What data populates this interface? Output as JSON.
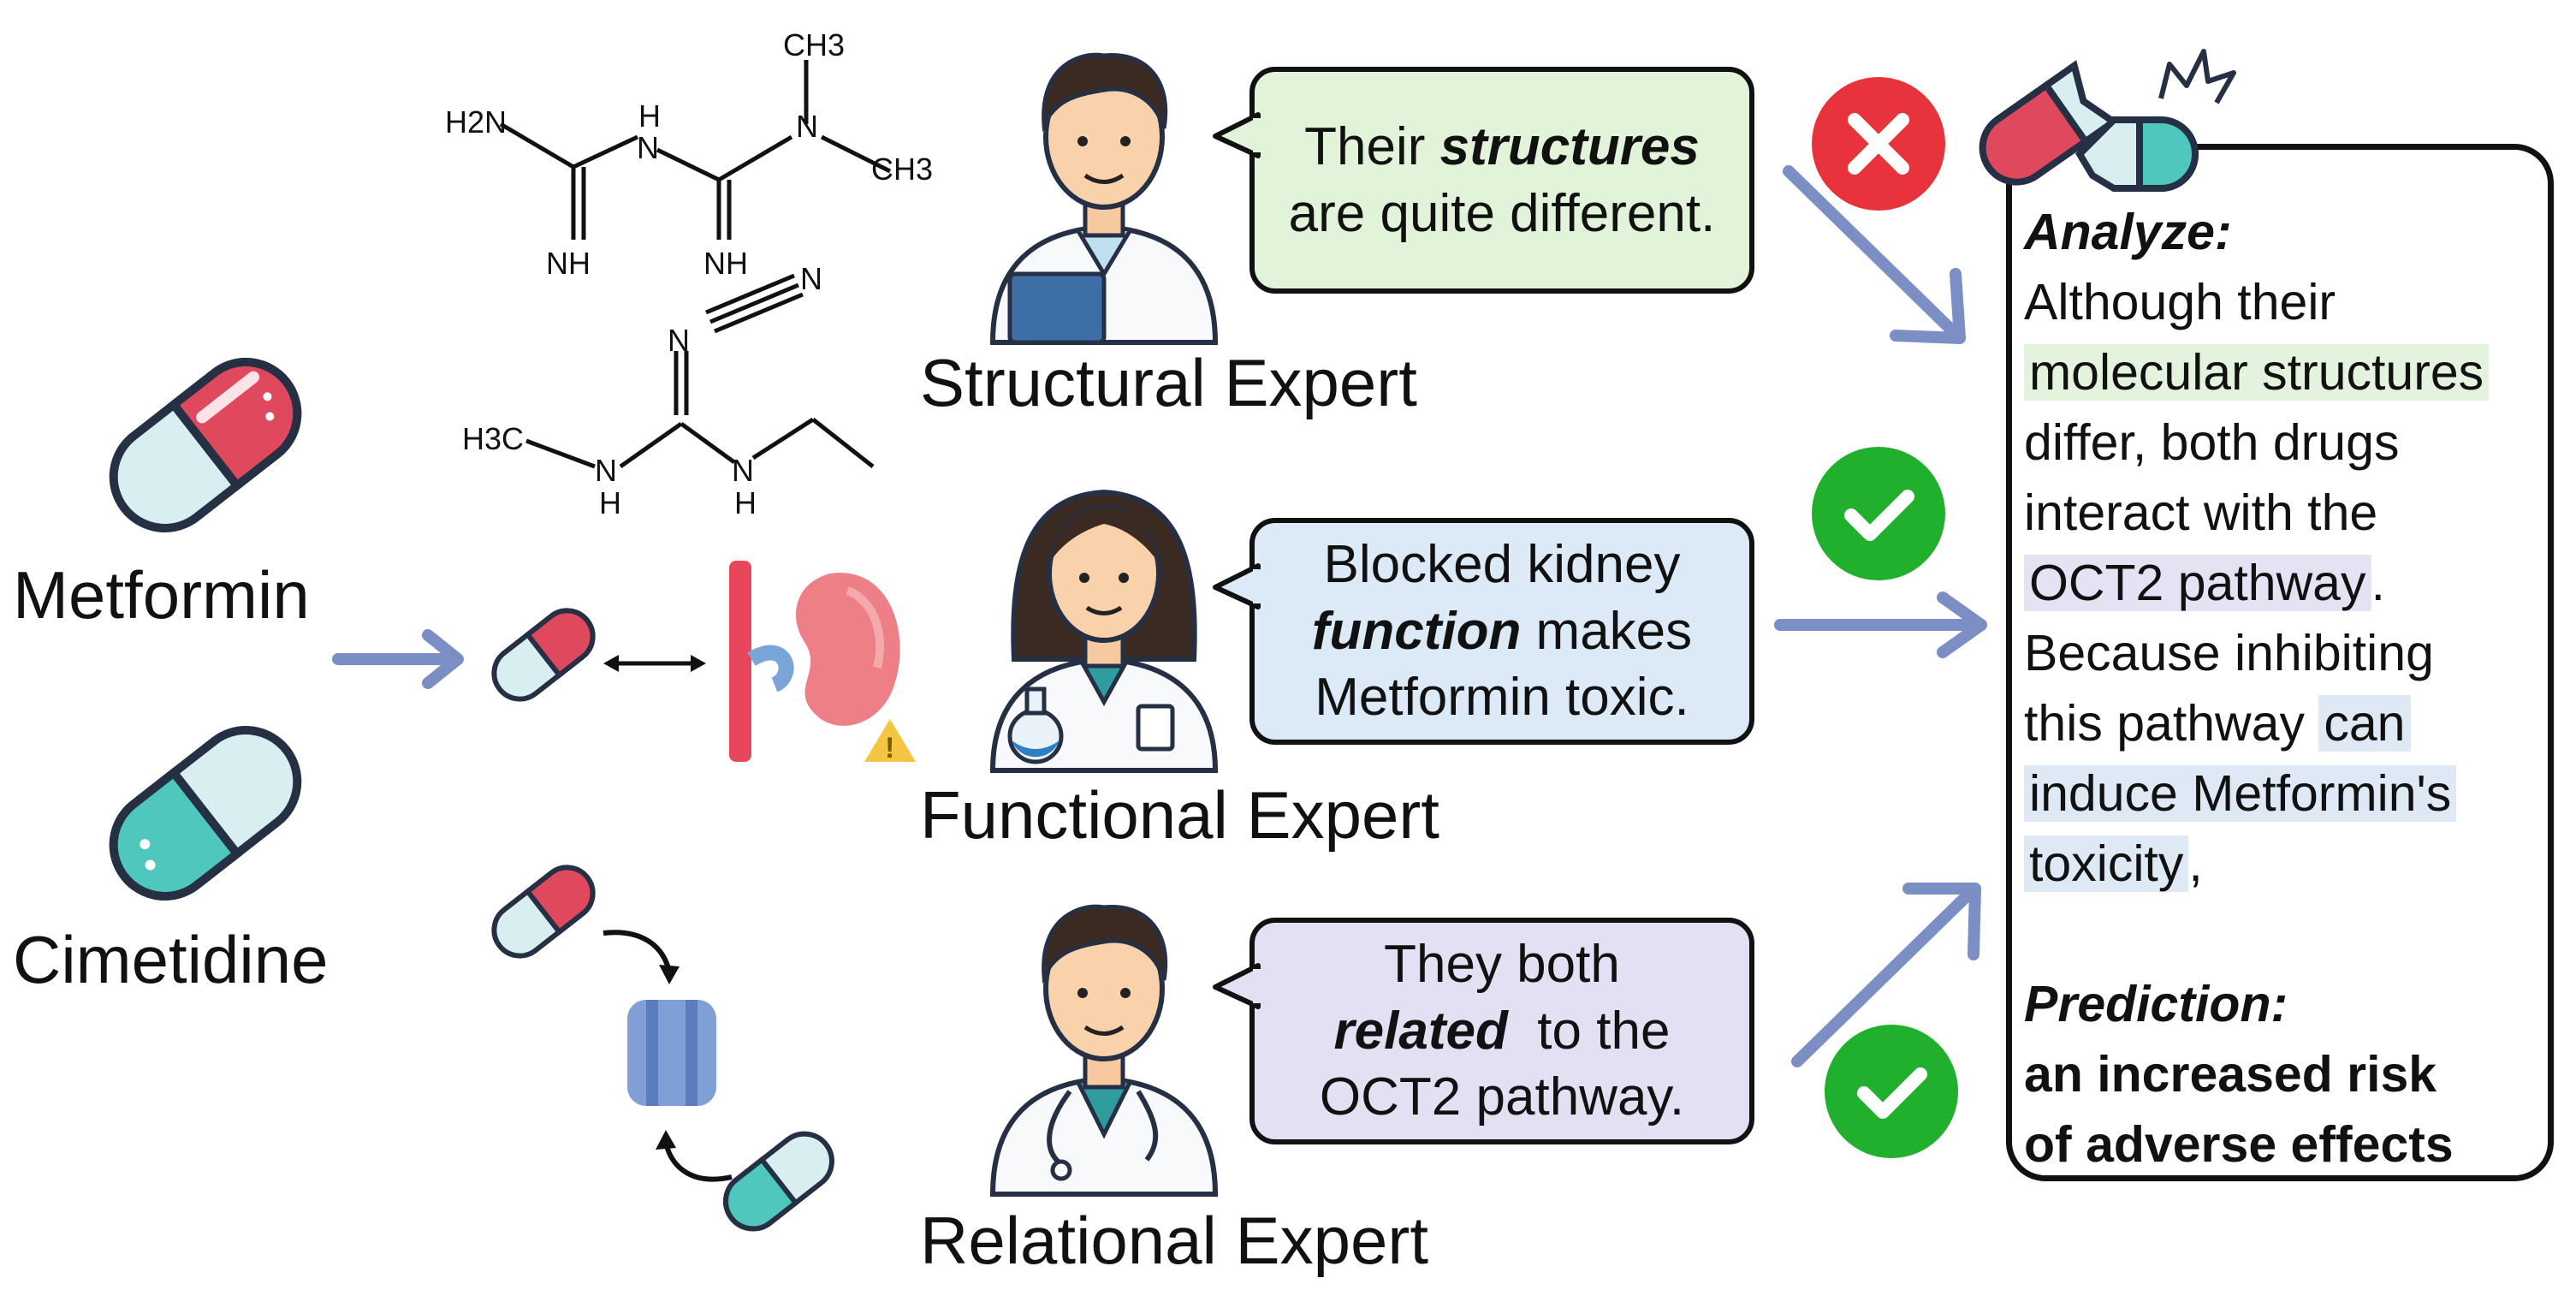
{
  "drugs": {
    "metformin": "Metformin",
    "cimetidine": "Cimetidine"
  },
  "molecules": {
    "metformin_atoms": [
      "H2N",
      "H",
      "N",
      "N",
      "CH3",
      "CH3",
      "NH",
      "NH"
    ],
    "cimetidine_atoms": [
      "N",
      "N",
      "H3C",
      "N",
      "H",
      "N",
      "H"
    ]
  },
  "experts": [
    {
      "label": "Structural Expert",
      "bubble_lines": [
        [
          {
            "t": "Their "
          },
          {
            "t": "structures",
            "em": true
          }
        ],
        [
          {
            "t": "are quite different."
          }
        ]
      ],
      "verdict": "cross",
      "bubble_color": "#e1f3d8"
    },
    {
      "label": "Functional Expert",
      "bubble_lines": [
        [
          {
            "t": "Blocked kidney"
          }
        ],
        [
          {
            "t": "function",
            "em": true
          },
          {
            "t": " makes"
          }
        ],
        [
          {
            "t": "Metformin toxic."
          }
        ]
      ],
      "verdict": "check",
      "bubble_color": "#dce9f6"
    },
    {
      "label": "Relational Expert",
      "bubble_lines": [
        [
          {
            "t": "They both"
          }
        ],
        [
          {
            "t": "related",
            "em": true
          },
          {
            "t": "  to the"
          }
        ],
        [
          {
            "t": "OCT2 pathway."
          }
        ]
      ],
      "verdict": "check",
      "bubble_color": "#e4e0f4"
    }
  ],
  "analysis": {
    "analyze_heading": "Analyze:",
    "lines": [
      [
        {
          "t": "Although their"
        }
      ],
      [
        {
          "t": "molecular structures",
          "hl": "green"
        }
      ],
      [
        {
          "t": "differ, both drugs"
        }
      ],
      [
        {
          "t": "interact with the"
        }
      ],
      [
        {
          "t": "OCT2 pathway",
          "hl": "purple"
        },
        {
          "t": "."
        }
      ],
      [
        {
          "t": "Because inhibiting"
        }
      ],
      [
        {
          "t": "this pathway "
        },
        {
          "t": "can",
          "hl": "blue"
        }
      ],
      [
        {
          "t": "induce Metformin's",
          "hl": "blue"
        }
      ],
      [
        {
          "t": "toxicity",
          "hl": "blue"
        },
        {
          "t": ","
        }
      ]
    ],
    "prediction_heading": "Prediction:",
    "prediction_lines": [
      "an increased risk",
      "of adverse effects"
    ]
  },
  "colors": {
    "arrow": "#7b8fc4",
    "pill_red": "#e0485e",
    "pill_teal": "#4fc7bd",
    "pill_pale": "#d9eff0",
    "cross_red": "#e8323c",
    "check_green": "#21b02d"
  }
}
